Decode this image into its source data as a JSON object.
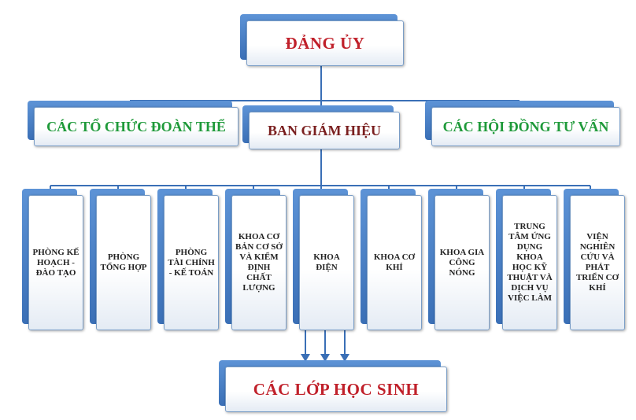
{
  "top": {
    "label": "ĐẢNG ỦY"
  },
  "level2": {
    "left": "CÁC TỔ CHỨC ĐOÀN THỂ",
    "center": "BAN GIÁM HIỆU",
    "right": "CÁC HỘI ĐỒNG TƯ VẤN"
  },
  "departments": [
    {
      "label": "PHÒNG KẾ HOẠCH - ĐÀO TẠO"
    },
    {
      "label": "PHÒNG TỔNG HỢP"
    },
    {
      "label": "PHÒNG TÀI CHÍNH - KẾ TOÁN"
    },
    {
      "label": "KHOA CƠ BẢN CƠ SỞ VÀ KIỂM ĐỊNH CHẤT LƯỢNG"
    },
    {
      "label": "KHOA ĐIỆN"
    },
    {
      "label": "KHOA CƠ KHÍ"
    },
    {
      "label": "KHOA GIA CÔNG NÓNG"
    },
    {
      "label": "TRUNG TÂM ỨNG DỤNG KHOA HỌC KỸ THUẬT VÀ DỊCH VỤ VIỆC LÀM"
    },
    {
      "label": "VIỆN NGHIÊN CỨU VÀ PHÁT TRIỂN CƠ KHÍ"
    }
  ],
  "bottom": {
    "label": "CÁC LỚP HỌC SINH"
  },
  "colors": {
    "line": "#3a6fb6",
    "accent_red": "#c0202a",
    "accent_green": "#1f9a3a"
  }
}
